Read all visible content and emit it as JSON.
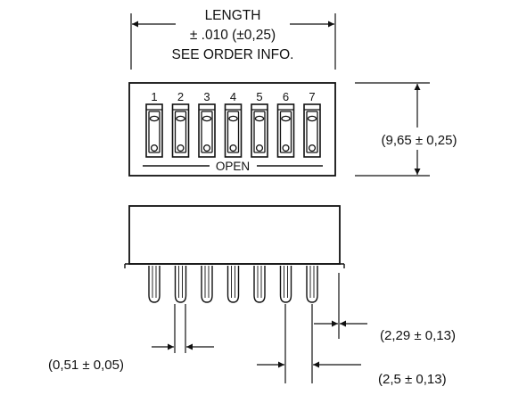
{
  "header": {
    "line1": "LENGTH",
    "line2": "± .010 (±0,25)",
    "line3": "SEE ORDER INFO."
  },
  "switch": {
    "numbers": [
      "1",
      "2",
      "3",
      "4",
      "5",
      "6",
      "7"
    ],
    "open_label": "OPEN"
  },
  "dimensions": {
    "height": "(9,65 ± 0,25)",
    "pin_width": "(0,51 ± 0,05)",
    "pin_spacing_side": "(2,29 ± 0,13)",
    "pin_pitch": "(2,5 ± 0,13)"
  },
  "colors": {
    "ink": "#111111",
    "background": "#ffffff"
  }
}
